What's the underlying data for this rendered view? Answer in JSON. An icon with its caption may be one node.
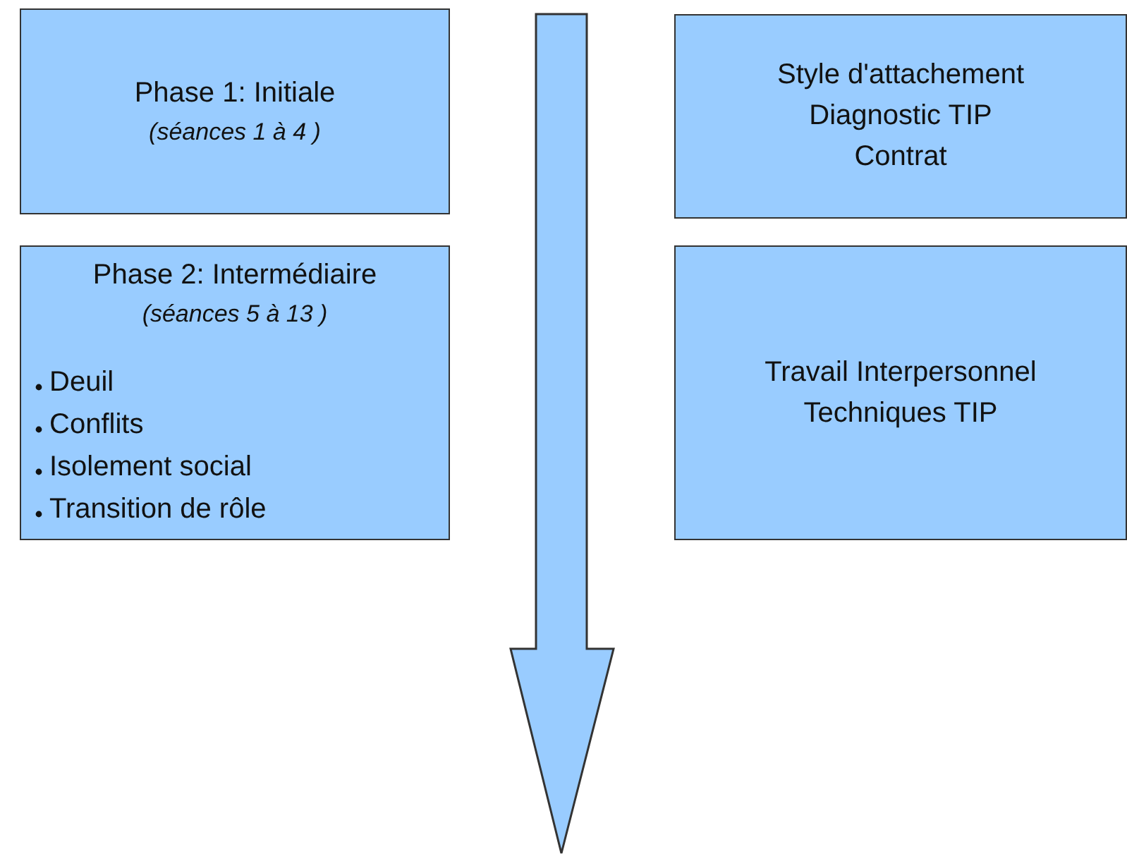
{
  "diagram": {
    "nodes": [
      {
        "text": [
          "Phase 1: Initiale",
          "(séances 1 à 4 )"
        ]
      },
      {
        "text": [
          "Phase 2: Intermédiaire",
          "(séances 5 à 13 )",
          "Deuil",
          "Conflits",
          "Isolement social",
          "Transition de rôle"
        ]
      },
      {
        "text": [
          "Style d'attachement",
          "Diagnostic TIP",
          "Contrat"
        ]
      },
      {
        "text": [
          "Travail Interpersonnel",
          "Techniques TIP"
        ]
      }
    ],
    "edges": []
  }
}
